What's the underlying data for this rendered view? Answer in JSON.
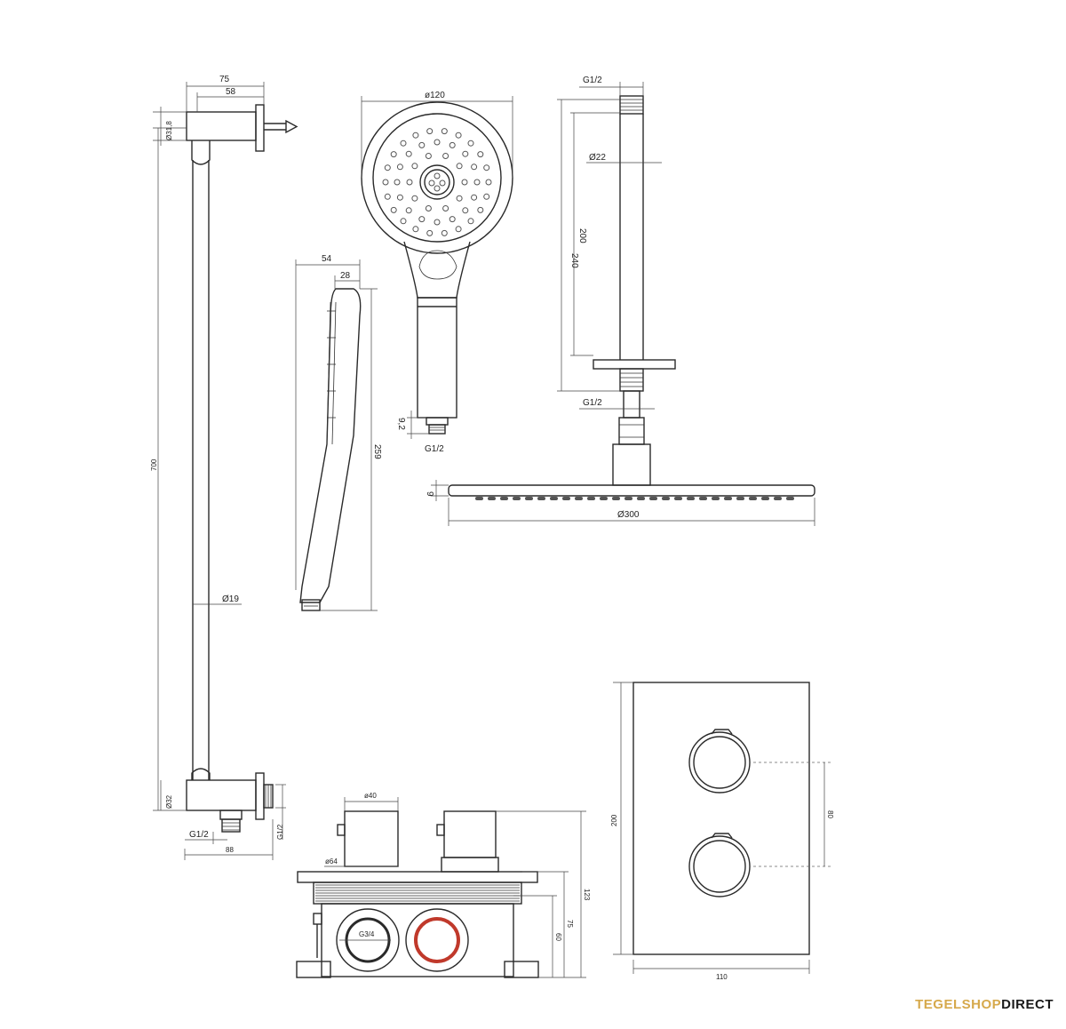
{
  "rail": {
    "d75": "75",
    "d58": "58",
    "d318": "Ø31,8",
    "d700": "700",
    "d19": "Ø19",
    "d32": "Ø32",
    "g12a": "G1/2",
    "g12b": "G1/2",
    "d88": "88"
  },
  "hand_side": {
    "d54": "54",
    "d28": "28",
    "d259": "259"
  },
  "hand_front": {
    "d120": "ø120",
    "d92": "9,2",
    "g12": "G1/2"
  },
  "arm": {
    "g12top": "G1/2",
    "d22": "Ø22",
    "d240": "240",
    "d200": "200",
    "g12bot": "G1/2"
  },
  "rainhead": {
    "d9": "9",
    "d300": "Ø300"
  },
  "valve_box": {
    "d40": "ø40",
    "d64": "ø64",
    "g34": "G3/4",
    "d60": "60",
    "d75": "75",
    "d123": "123"
  },
  "plate": {
    "d200": "200",
    "d80": "80",
    "d110": "110"
  },
  "brand": {
    "part1": "TEGELSHOP",
    "part2": "DIRECT"
  },
  "colors": {
    "line": "#2a2a2a",
    "hot_ring": "#c0392b",
    "brand_gold": "#d6a94c",
    "brand_dark": "#1a1a1a"
  }
}
